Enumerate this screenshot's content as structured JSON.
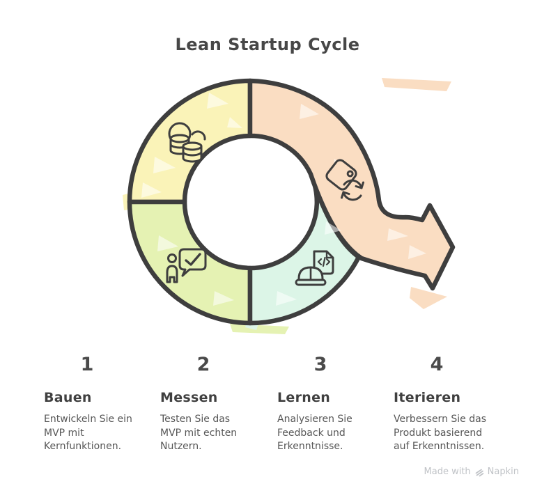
{
  "title": "Lean Startup Cycle",
  "colors": {
    "yellow": "#FAF3B8",
    "peach": "#FADDC2",
    "green": "#E5F2B3",
    "teal": "#DCF5E7",
    "outline": "#3E3E3E",
    "text_dark": "#474747",
    "text_body": "#565656",
    "watermark_gray": "#C0C3C7"
  },
  "cycle": {
    "segments": [
      {
        "position": "top-left",
        "color": "yellow",
        "icon": "coins-icon"
      },
      {
        "position": "top-right-with-exit-arrow",
        "color": "peach",
        "icon": "tag-refresh-icon"
      },
      {
        "position": "bottom-left",
        "color": "green",
        "icon": "user-check-bubble-icon"
      },
      {
        "position": "bottom-right",
        "color": "teal",
        "icon": "hardhat-code-doc-icon"
      }
    ]
  },
  "steps": [
    {
      "number": "1",
      "title": "Bauen",
      "description": "Entwickeln Sie ein\nMVP mit\nKernfunktionen."
    },
    {
      "number": "2",
      "title": "Messen",
      "description": "Testen Sie das\nMVP mit echten\nNutzern."
    },
    {
      "number": "3",
      "title": "Lernen",
      "description": "Analysieren Sie\nFeedback und\nErkenntnisse."
    },
    {
      "number": "4",
      "title": "Iterieren",
      "description": "Verbessern Sie das\nProdukt basierend\nauf Erkenntnissen."
    }
  ],
  "watermark": {
    "prefix": "Made with",
    "brand": "Napkin"
  }
}
